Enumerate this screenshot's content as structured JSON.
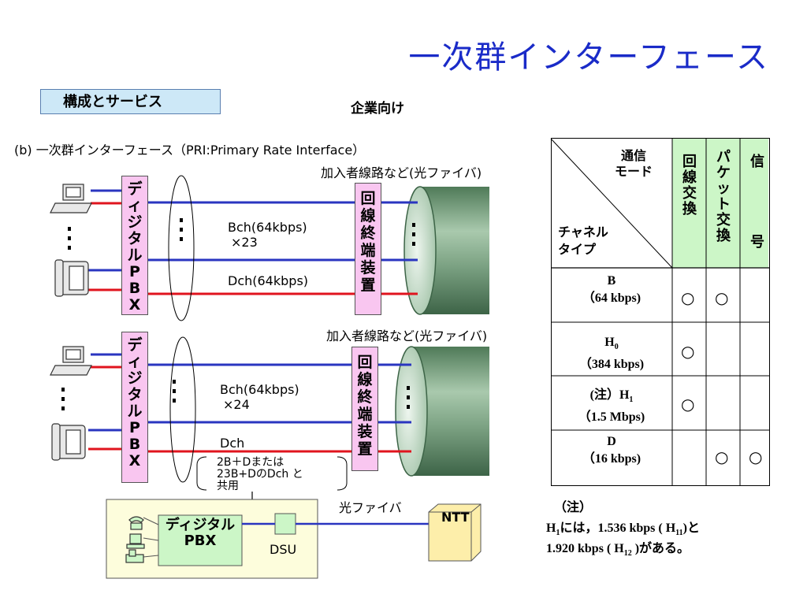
{
  "title": "一次群インターフェース",
  "section_label": "構成とサービス",
  "enterprise_label": "企業向け",
  "subtitle": "(b) 一次群インターフェース（PRI:Primary Rate Interface）",
  "top": {
    "subscriber_line": "加入者線路など(光ファイバ)",
    "pbx_chars": [
      "デ",
      "ィ",
      "ジ",
      "タ",
      "ル",
      "P",
      "B",
      "X"
    ],
    "terminal_chars": [
      "回",
      "線",
      "終",
      "端",
      "装",
      "置"
    ],
    "bch_label": "Bch(64kbps)",
    "bch_count": "×23",
    "dch_label": "Dch(64kbps)"
  },
  "bottom": {
    "subscriber_line": "加入者線路など(光ファイバ)",
    "pbx_chars": [
      "デ",
      "ィ",
      "ジ",
      "タ",
      "ル",
      "P",
      "B",
      "X"
    ],
    "terminal_chars": [
      "回",
      "線",
      "終",
      "端",
      "装",
      "置"
    ],
    "bch_label": "Bch(64kbps)",
    "bch_count": "×24",
    "dch_label": "Dch",
    "shared_note": [
      "2B＋Dまたは",
      "23B+DのDch と",
      "共用"
    ]
  },
  "lower": {
    "pbx_label_1": "ディジタル",
    "pbx_label_2": "PBX",
    "dsu_label": "DSU",
    "fiber_label": "光ファイバ",
    "ntt_label": "NTT"
  },
  "table": {
    "header_mode": [
      "通信",
      "モード"
    ],
    "header_channel": [
      "チャネル",
      "タイプ"
    ],
    "col_circuit": [
      "回",
      "線",
      "交",
      "換"
    ],
    "col_packet": [
      "パ",
      "ケ",
      "ッ",
      "ト",
      "交",
      "換"
    ],
    "col_signal_top": "信",
    "col_signal_bottom": "号",
    "rows": [
      {
        "type": "B",
        "rate": "（64 kbps)",
        "circuit": "○",
        "packet": "○",
        "signal": ""
      },
      {
        "type": "H0",
        "rate": "（384 kbps)",
        "circuit": "○",
        "packet": "",
        "signal": ""
      },
      {
        "type": "(注）H1",
        "rate": "（1.5 Mbps)",
        "circuit": "○",
        "packet": "",
        "signal": ""
      },
      {
        "type": "D",
        "rate": "（16 kbps)",
        "circuit": "",
        "packet": "○",
        "signal": "○"
      }
    ]
  },
  "footnote": {
    "label": "（注）",
    "line1": "H1には，1.536 kbps ( H11)と",
    "line2": "1.920 kbps ( H12 )がある。"
  },
  "colors": {
    "title": "#1a2bc8",
    "b_channel": "#2a35c0",
    "d_channel": "#e0141e",
    "pbx_fill": "#f9c6f0",
    "table_header": "#ccf6c7",
    "fiber": "#6e9a78"
  }
}
